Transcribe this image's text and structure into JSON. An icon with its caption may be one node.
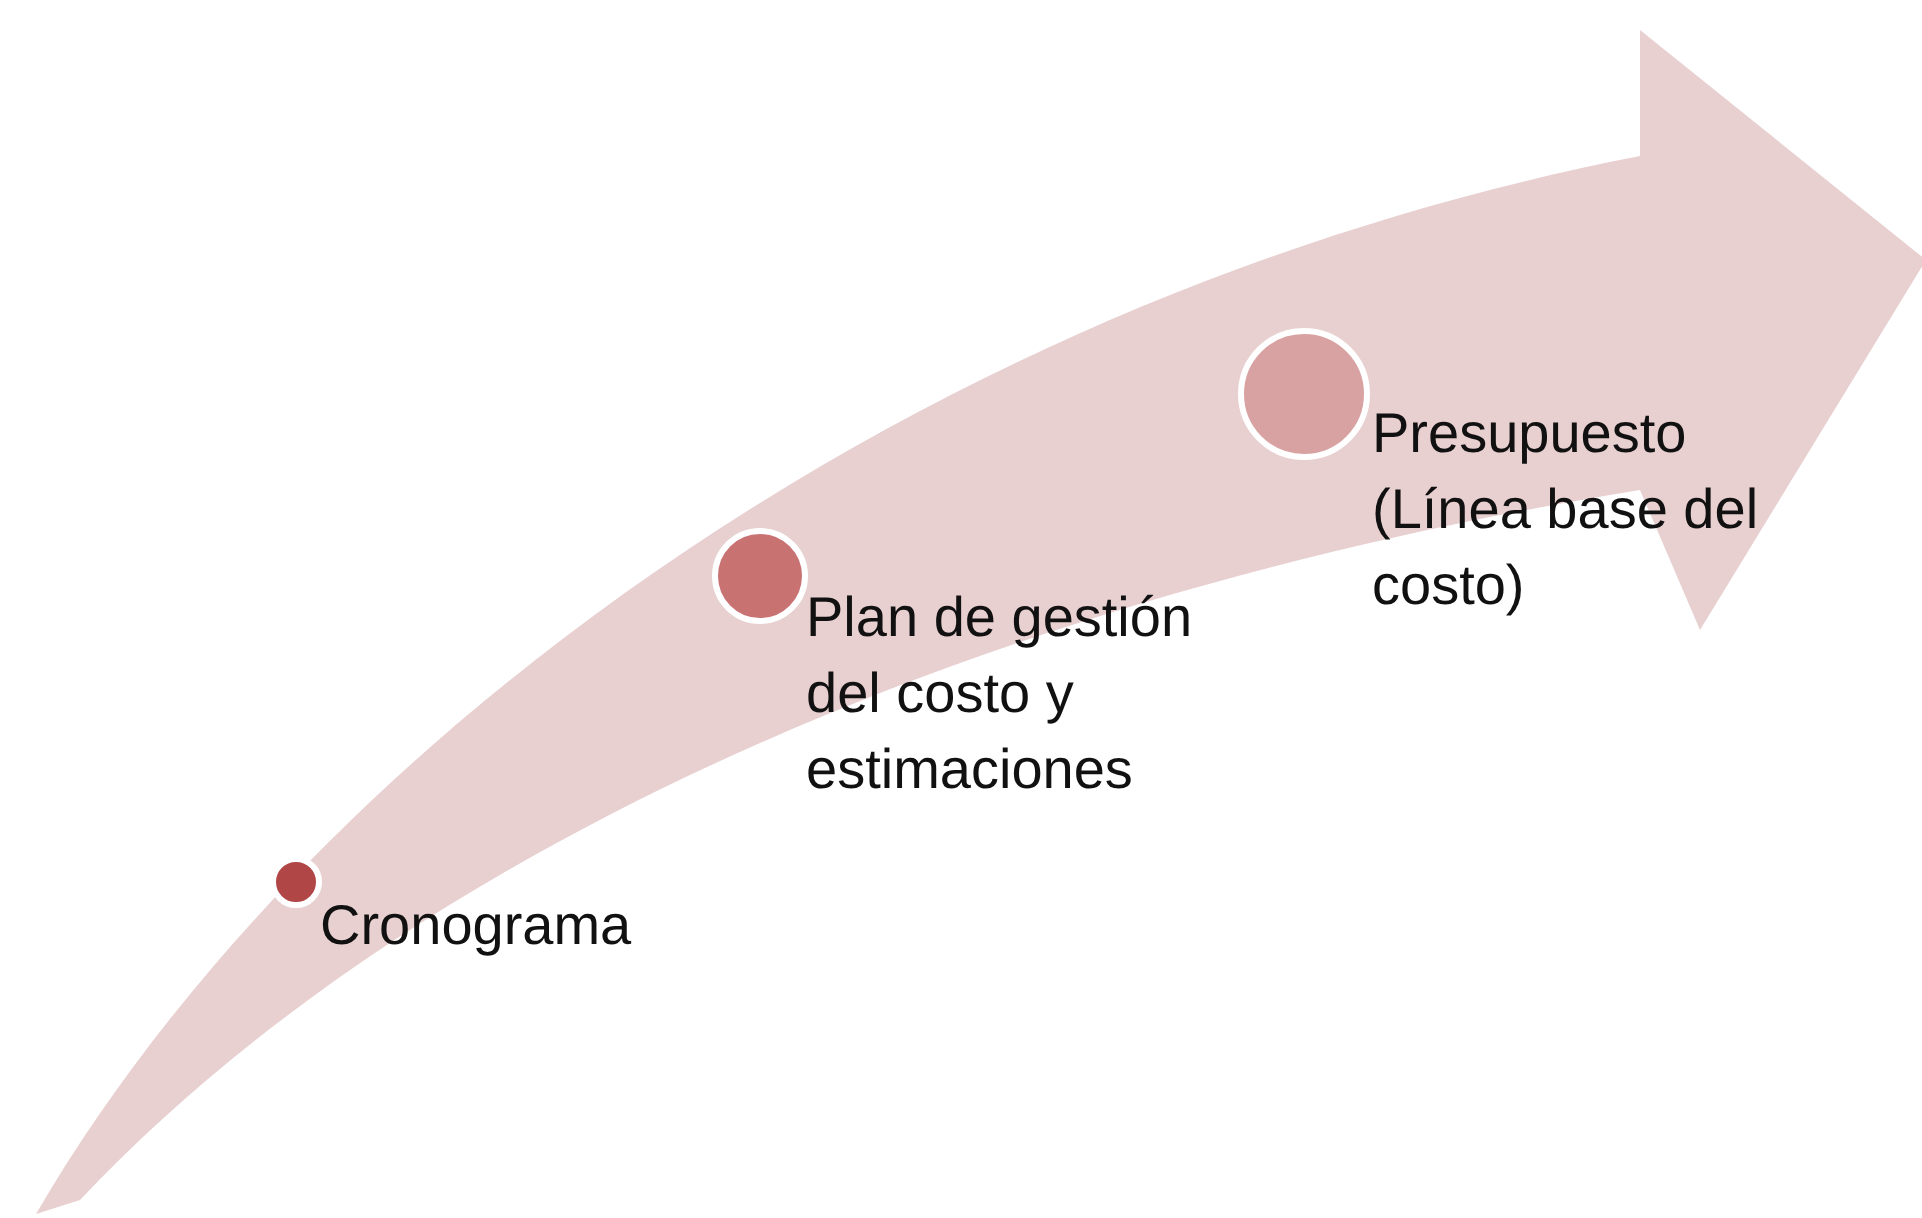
{
  "diagram": {
    "nodes": [
      {
        "text": [],
        "shape": "circle",
        "beside": [
          "Cronograma"
        ]
      },
      {
        "text": [],
        "shape": "circle",
        "beside": [
          "Plan de gestión del costo y estimaciones"
        ]
      },
      {
        "text": [],
        "shape": "circle",
        "beside": [
          "Presupuesto (Línea base del costo)"
        ]
      }
    ]
  }
}
